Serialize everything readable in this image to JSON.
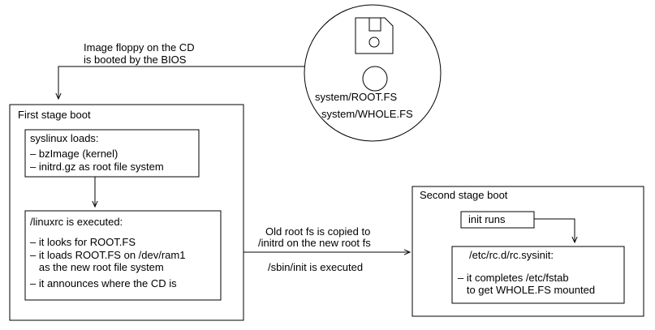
{
  "cd": {
    "file1": "system/ROOT.FS",
    "file2": "system/WHOLE.FS"
  },
  "bios_label": {
    "line1": "Image floppy on the CD",
    "line2": "is booted by the BIOS"
  },
  "first_stage": {
    "title": "First stage boot",
    "syslinux": {
      "heading": "syslinux loads:",
      "items": [
        "– bzImage (kernel)",
        "– initrd.gz as root file system"
      ]
    },
    "linuxrc": {
      "heading": "/linuxrc is executed:",
      "items": [
        "– it looks for ROOT.FS",
        "– it loads ROOT.FS on /dev/ram1",
        "   as the new root file system",
        "– it announces where the CD is"
      ]
    }
  },
  "transition": {
    "line1": "Old root fs is copied to",
    "line2": "/initrd on the new root fs",
    "line3": "/sbin/init is executed"
  },
  "second_stage": {
    "title": "Second stage boot",
    "init": "init runs",
    "sysinit": {
      "heading": "/etc/rc.d/rc.sysinit:",
      "items": [
        "– it completes /etc/fstab",
        "   to get WHOLE.FS mounted"
      ]
    }
  }
}
